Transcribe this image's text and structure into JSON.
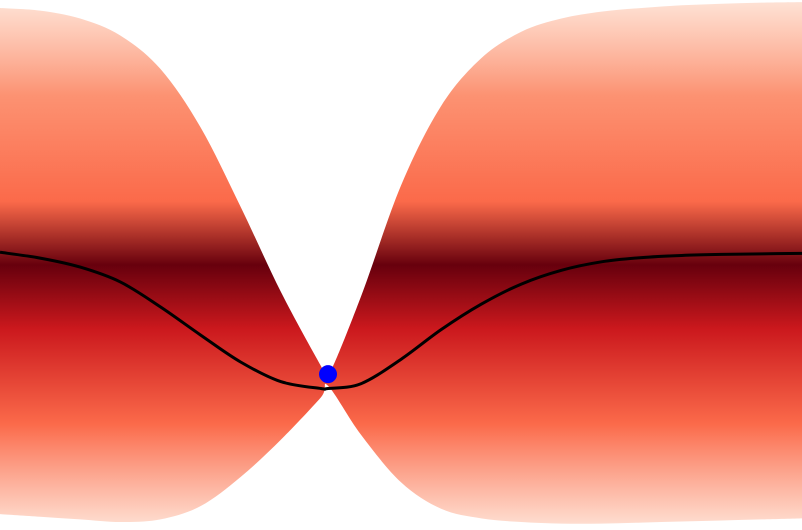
{
  "chart_data": {
    "type": "area",
    "title": "",
    "xlabel": "",
    "ylabel": "",
    "grid": false,
    "legend": "none",
    "xlim": [
      0,
      1
    ],
    "ylim": [
      0,
      1
    ],
    "series": [
      {
        "kind": "mean-line",
        "x": [
          0,
          0.05,
          0.1,
          0.15,
          0.2,
          0.25,
          0.3,
          0.35,
          0.4,
          0.409,
          0.45,
          0.5,
          0.55,
          0.6,
          0.65,
          0.7,
          0.75,
          0.8,
          0.85,
          0.9,
          0.95,
          1
        ],
        "y": [
          0.524,
          0.513,
          0.496,
          0.468,
          0.421,
          0.368,
          0.317,
          0.28,
          0.267,
          0.267,
          0.276,
          0.322,
          0.378,
          0.426,
          0.464,
          0.49,
          0.506,
          0.514,
          0.518,
          0.52,
          0.521,
          0.522
        ]
      },
      {
        "kind": "outer-band-upper",
        "x": [
          0,
          0.05,
          0.1,
          0.15,
          0.2,
          0.25,
          0.3,
          0.35,
          0.4,
          0.409,
          0.45,
          0.5,
          0.55,
          0.6,
          0.65,
          0.7,
          0.75,
          0.8,
          0.85,
          0.9,
          0.95,
          1
        ],
        "y": [
          0.985,
          0.98,
          0.965,
          0.933,
          0.87,
          0.76,
          0.61,
          0.45,
          0.31,
          0.29,
          0.44,
          0.65,
          0.8,
          0.89,
          0.94,
          0.965,
          0.978,
          0.985,
          0.99,
          0.993,
          0.995,
          0.996
        ]
      },
      {
        "kind": "outer-band-lower",
        "x": [
          0,
          0.05,
          0.1,
          0.15,
          0.2,
          0.25,
          0.3,
          0.35,
          0.4,
          0.409,
          0.45,
          0.5,
          0.55,
          0.6,
          0.65,
          0.7,
          0.75,
          0.8,
          0.85,
          0.9,
          0.95,
          1
        ],
        "y": [
          0.03,
          0.025,
          0.02,
          0.015,
          0.02,
          0.045,
          0.1,
          0.17,
          0.25,
          0.272,
          0.18,
          0.09,
          0.04,
          0.022,
          0.015,
          0.012,
          0.012,
          0.014,
          0.016,
          0.018,
          0.02,
          0.022
        ]
      },
      {
        "kind": "observation",
        "x": [
          0.409
        ],
        "y": [
          0.294
        ],
        "color": "#0000ff"
      }
    ],
    "colors": {
      "band_dark": "#67000d",
      "band_mid": "#cb181d",
      "band_light": "#fb6a4a",
      "band_pale": "#fee0d2",
      "mean_line": "#000000",
      "observation": "#0000ff"
    }
  }
}
